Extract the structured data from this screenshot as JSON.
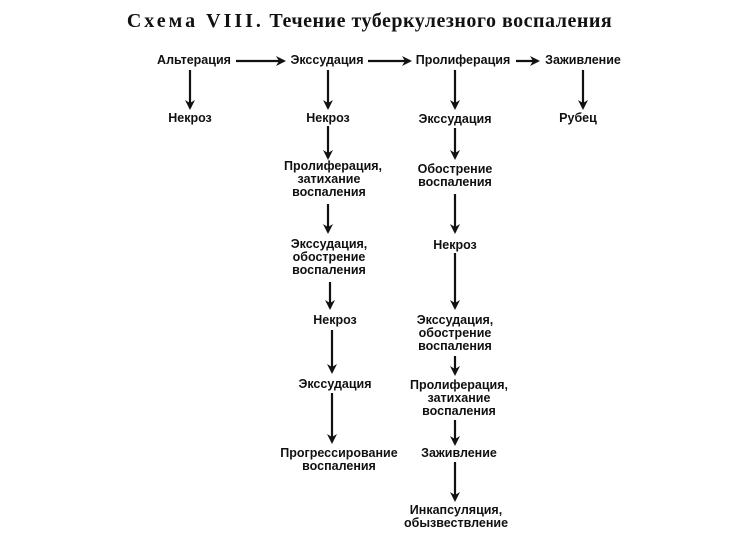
{
  "title": {
    "lead": "Схема VIII.",
    "main": "Течение туберкулезного воспаления"
  },
  "top_row": [
    "Альтерация",
    "Экссудация",
    "Пролиферация",
    "Заживление"
  ],
  "column1": [
    "Некроз"
  ],
  "column2": [
    "Некроз",
    "Пролиферация, затихание воспаления",
    "Экссудация, обострение воспаления",
    "Некроз",
    "Экссудация",
    "Прогрессирование воспаления"
  ],
  "column3": [
    "Экссудация",
    "Обострение воспаления",
    "Некроз",
    "Экссудация, обострение воспаления",
    "Пролиферация, затихание воспаления",
    "Заживление",
    "Инкапсуляция, обызвествление"
  ],
  "column4": [
    "Рубец"
  ]
}
